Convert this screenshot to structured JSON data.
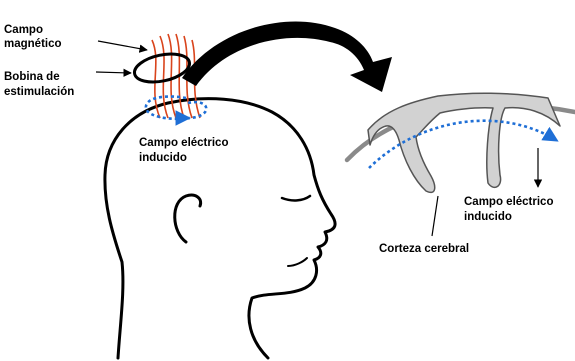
{
  "labels": {
    "campo_magnetico_line1": "Campo",
    "campo_magnetico_line2": "magnético",
    "bobina_line1": "Bobina de",
    "bobina_line2": "estimulación",
    "campo_electrico_head_line1": "Campo eléctrico",
    "campo_electrico_head_line2": "inducido",
    "campo_electrico_cortex_line1": "Campo eléctrico",
    "campo_electrico_cortex_line2": "inducido",
    "corteza": "Corteza cerebral"
  },
  "colors": {
    "outline": "#000000",
    "magnetic_field_lines": "#d9441c",
    "electric_field": "#1f6fd6",
    "skull_layer": "#8a8a8a",
    "cortex_fill": "#d2d2d2",
    "cortex_stroke": "#555555"
  }
}
